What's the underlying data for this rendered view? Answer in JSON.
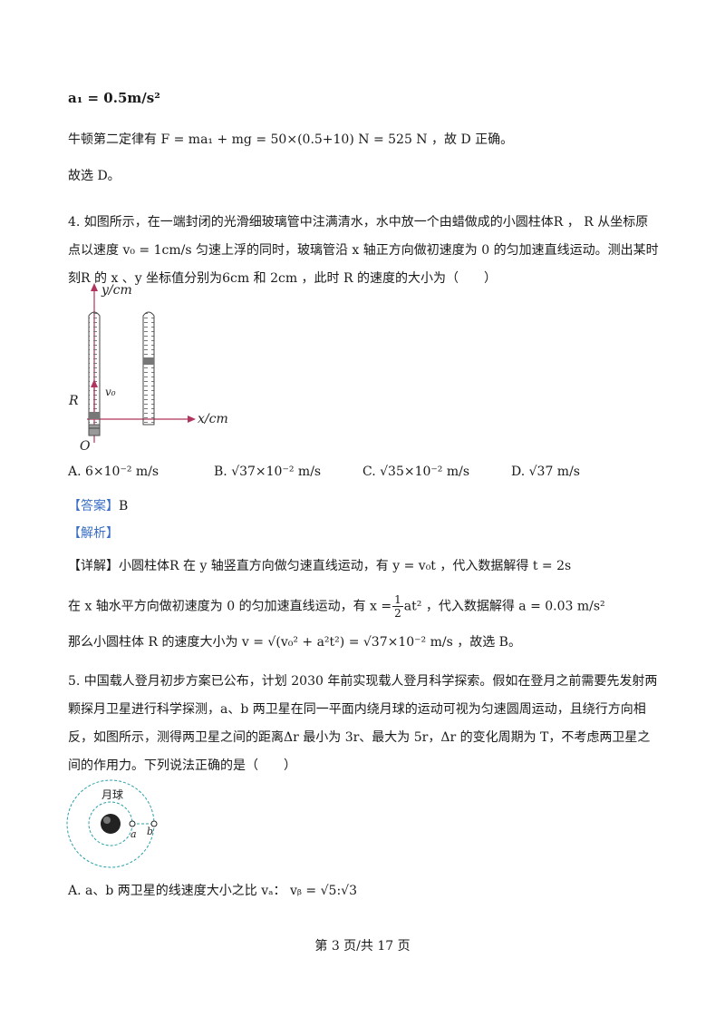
{
  "line_a1": "a₁ = 0.5m/s²",
  "line_newton": "牛顿第二定律有 F = ma₁ + mg = 50×(0.5+10) N = 525 N ，故 D 正确。",
  "line_choose_d": "故选 D。",
  "q4": {
    "text": "4. 如图所示，在一端封闭的光滑细玻璃管中注满清水，水中放一个由蜡做成的小圆柱体R ， R 从坐标原点以速度 v₀ = 1cm/s 匀速上浮的同时，玻璃管沿 x 轴正方向做初速度为 0 的匀加速直线运动。测出某时刻R 的 x 、y 坐标值分别为6cm 和 2cm ，此时 R 的速度的大小为（　　）",
    "figure": {
      "y_label": "y/cm",
      "x_label": "x/cm",
      "origin": "O",
      "body": "R",
      "velocity": "v₀"
    },
    "options": [
      "A.  6×10⁻² m/s",
      "B.  √37×10⁻² m/s",
      "C.  √35×10⁻² m/s",
      "D.  √37 m/s"
    ],
    "answer_tag": "【答案】",
    "answer": "B",
    "analysis_tag": "【解析】",
    "detail_tag": "【详解】",
    "detail1": "小圆柱体R 在 y 轴竖直方向做匀速直线运动，有 y = v₀t ，代入数据解得 t = 2s",
    "detail2_pre": "在 x 轴水平方向做初速度为 0 的匀加速直线运动，有 x =",
    "frac_num": "1",
    "frac_den": "2",
    "detail2_post": "at² ，代入数据解得 a = 0.03 m/s²",
    "detail3": "那么小圆柱体 R 的速度大小为 v = √(v₀² + a²t²) = √37×10⁻² m/s ，故选 B。"
  },
  "q5": {
    "text": "5. 中国载人登月初步方案已公布，计划 2030 年前实现载人登月科学探索。假如在登月之前需要先发射两颗探月卫星进行科学探测，a、b 两卫星在同一平面内绕月球的运动可视为匀速圆周运动，且绕行方向相反，如图所示，测得两卫星之间的距离Δr 最小为 3r、最大为 5r，Δr 的变化周期为 T，不考虑两卫星之间的作用力。下列说法正确的是（　　）",
    "figure": {
      "moon": "月球",
      "a": "a",
      "b": "b"
    },
    "option_a": "A. a、b 两卫星的线速度大小之比  vₐ： vᵦ = √5:√3"
  },
  "footer": "第 3 页/共 17 页"
}
